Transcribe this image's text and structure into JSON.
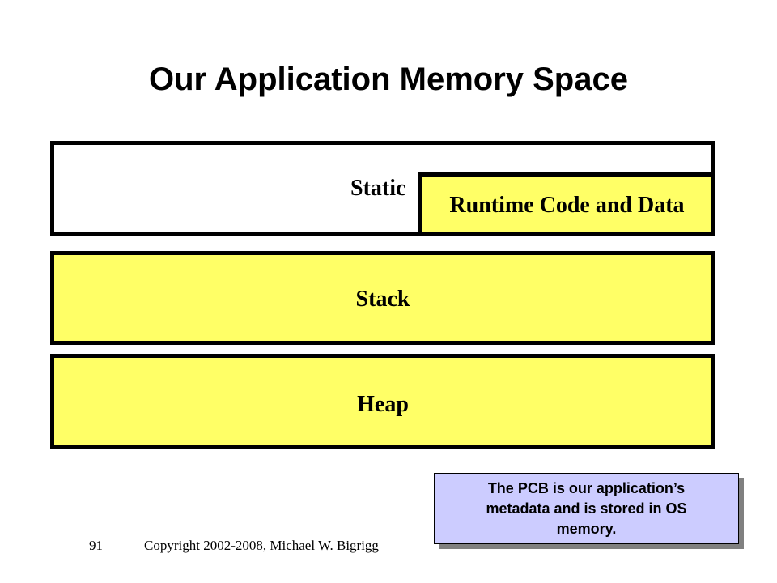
{
  "title": "Our Application Memory Space",
  "memory": {
    "static_label": "Static",
    "runtime_label": "Runtime Code and Data",
    "stack_label": "Stack",
    "heap_label": "Heap"
  },
  "callout": {
    "text": "The PCB is our application’s metadata and is stored in OS memory."
  },
  "footer": {
    "slide_number": "91",
    "copyright": "Copyright 2002-2008, Michael W. Bigrigg"
  },
  "colors": {
    "region_fill": "#ffff66",
    "callout_fill": "#ccccff",
    "border": "#000000"
  }
}
